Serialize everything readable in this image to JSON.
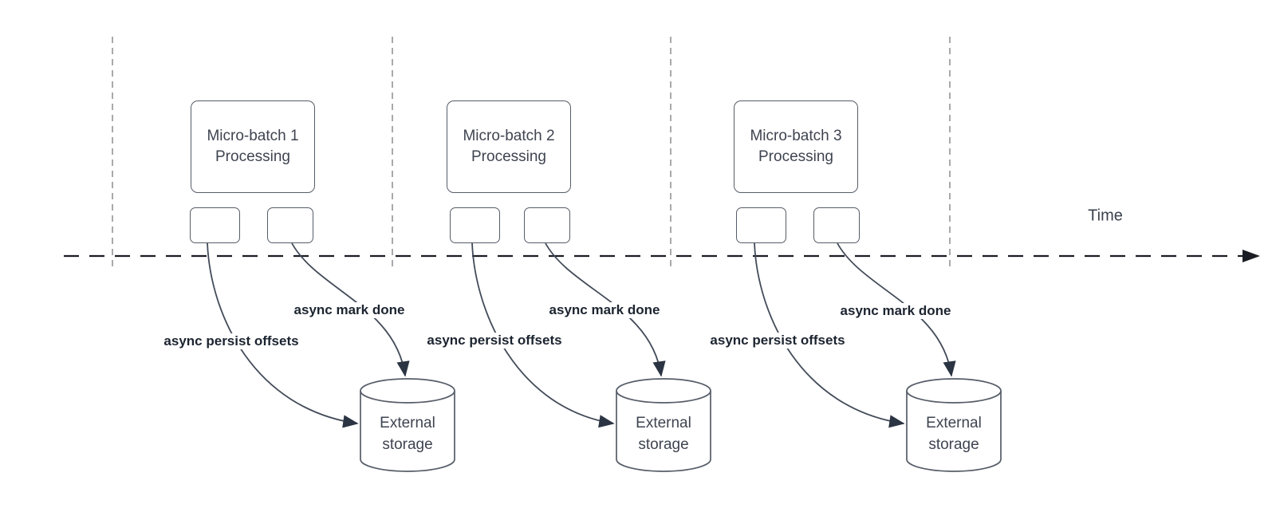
{
  "timeline": {
    "label": "Time"
  },
  "groups": [
    {
      "box_line1": "Micro-batch 1",
      "box_line2": "Processing",
      "persist_label": "async persist offsets",
      "done_label": "async mark done",
      "storage_line1": "External",
      "storage_line2": "storage"
    },
    {
      "box_line1": "Micro-batch 2",
      "box_line2": "Processing",
      "persist_label": "async persist offsets",
      "done_label": "async mark done",
      "storage_line1": "External",
      "storage_line2": "storage"
    },
    {
      "box_line1": "Micro-batch 3",
      "box_line2": "Processing",
      "persist_label": "async persist offsets",
      "done_label": "async mark done",
      "storage_line1": "External",
      "storage_line2": "storage"
    }
  ],
  "colors": {
    "background": "#ffffff",
    "shape_stroke": "#565d68",
    "shape_text": "#3e4450",
    "edge_stroke": "#434b59",
    "edge_label_text": "#1c2430",
    "arrowhead": "#2b3442",
    "time_axis": "#1a1d24",
    "lane_divider": "#a8a9ab"
  }
}
